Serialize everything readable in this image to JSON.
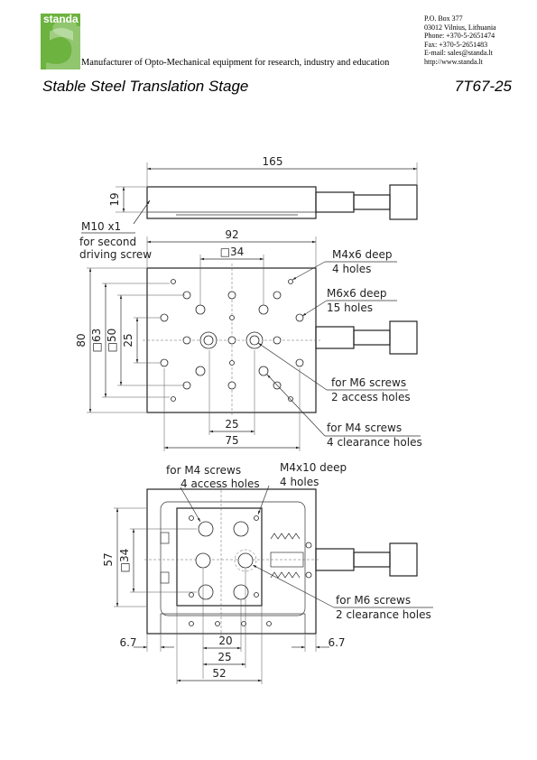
{
  "header": {
    "brand": "standa",
    "tagline": "Manufacturer of Opto-Mechanical equipment for research, industry and education",
    "contact": [
      "P.O. Box 377",
      "03012 Vilnius, Lithuania",
      "Phone: +370-5-2651474",
      "Fax: +370-5-2651483",
      "E-mail: sales@standa.lt",
      "http://www.standa.lt"
    ],
    "brand_color": "#6cb33f"
  },
  "title": "Stable Steel Translation Stage",
  "model": "7T67-25",
  "dimensions": {
    "d165": "165",
    "d19": "19",
    "m10": "M10 x1",
    "second_drive_1": "for second",
    "second_drive_2": "driving screw",
    "d92": "92",
    "sq34_top": "□34",
    "m4x6_1": "M4x6 deep",
    "m4x6_2": "4 holes",
    "m6x6_1": "M6x6 deep",
    "m6x6_2": "15 holes",
    "d80": "80",
    "sq63": "□63",
    "sq50": "□50",
    "d25v": "25",
    "m6access_1": "for M6 screws",
    "m6access_2": "2 access holes",
    "m4clear_1": "for M4 screws",
    "m4clear_2": "4 clearance holes",
    "d25h": "25",
    "d75": "75",
    "m4access_1": "for M4 screws",
    "m4access_2": "4 access holes",
    "m4x10_1": "M4x10 deep",
    "m4x10_2": "4 holes",
    "d57": "57",
    "sq34_bottom": "□34",
    "m6clear_1": "for M6 screws",
    "m6clear_2": "2 clearance holes",
    "d6_7_left": "6.7",
    "d6_7_right": "6.7",
    "d20": "20",
    "d25b": "25",
    "d52": "52"
  }
}
